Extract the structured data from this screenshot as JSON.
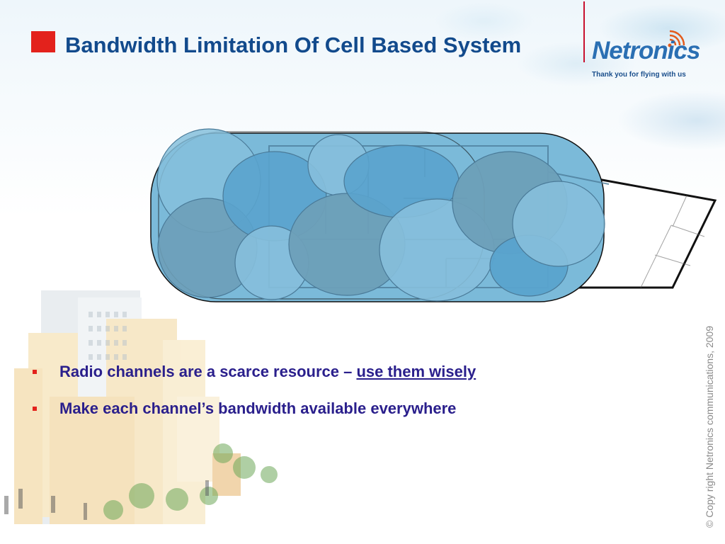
{
  "slide": {
    "title": "Bandwidth Limitation Of Cell Based System",
    "copyright": "© Copy right Netronics communications, 2009"
  },
  "logo": {
    "brand": "Netronics",
    "tagline": "Thank you for flying with us"
  },
  "bullets": [
    {
      "text": "Radio channels are a scarce resource – ",
      "link": "use them wisely"
    },
    {
      "text": "Make each channel’s bandwidth available everywhere",
      "link": ""
    }
  ],
  "colors": {
    "title": "#124a8c",
    "bullet_text": "#2a1f8c",
    "accent_red": "#e3221c",
    "cell_fill": "#5aa3cd",
    "coverage_fill": "#7bbad9"
  }
}
